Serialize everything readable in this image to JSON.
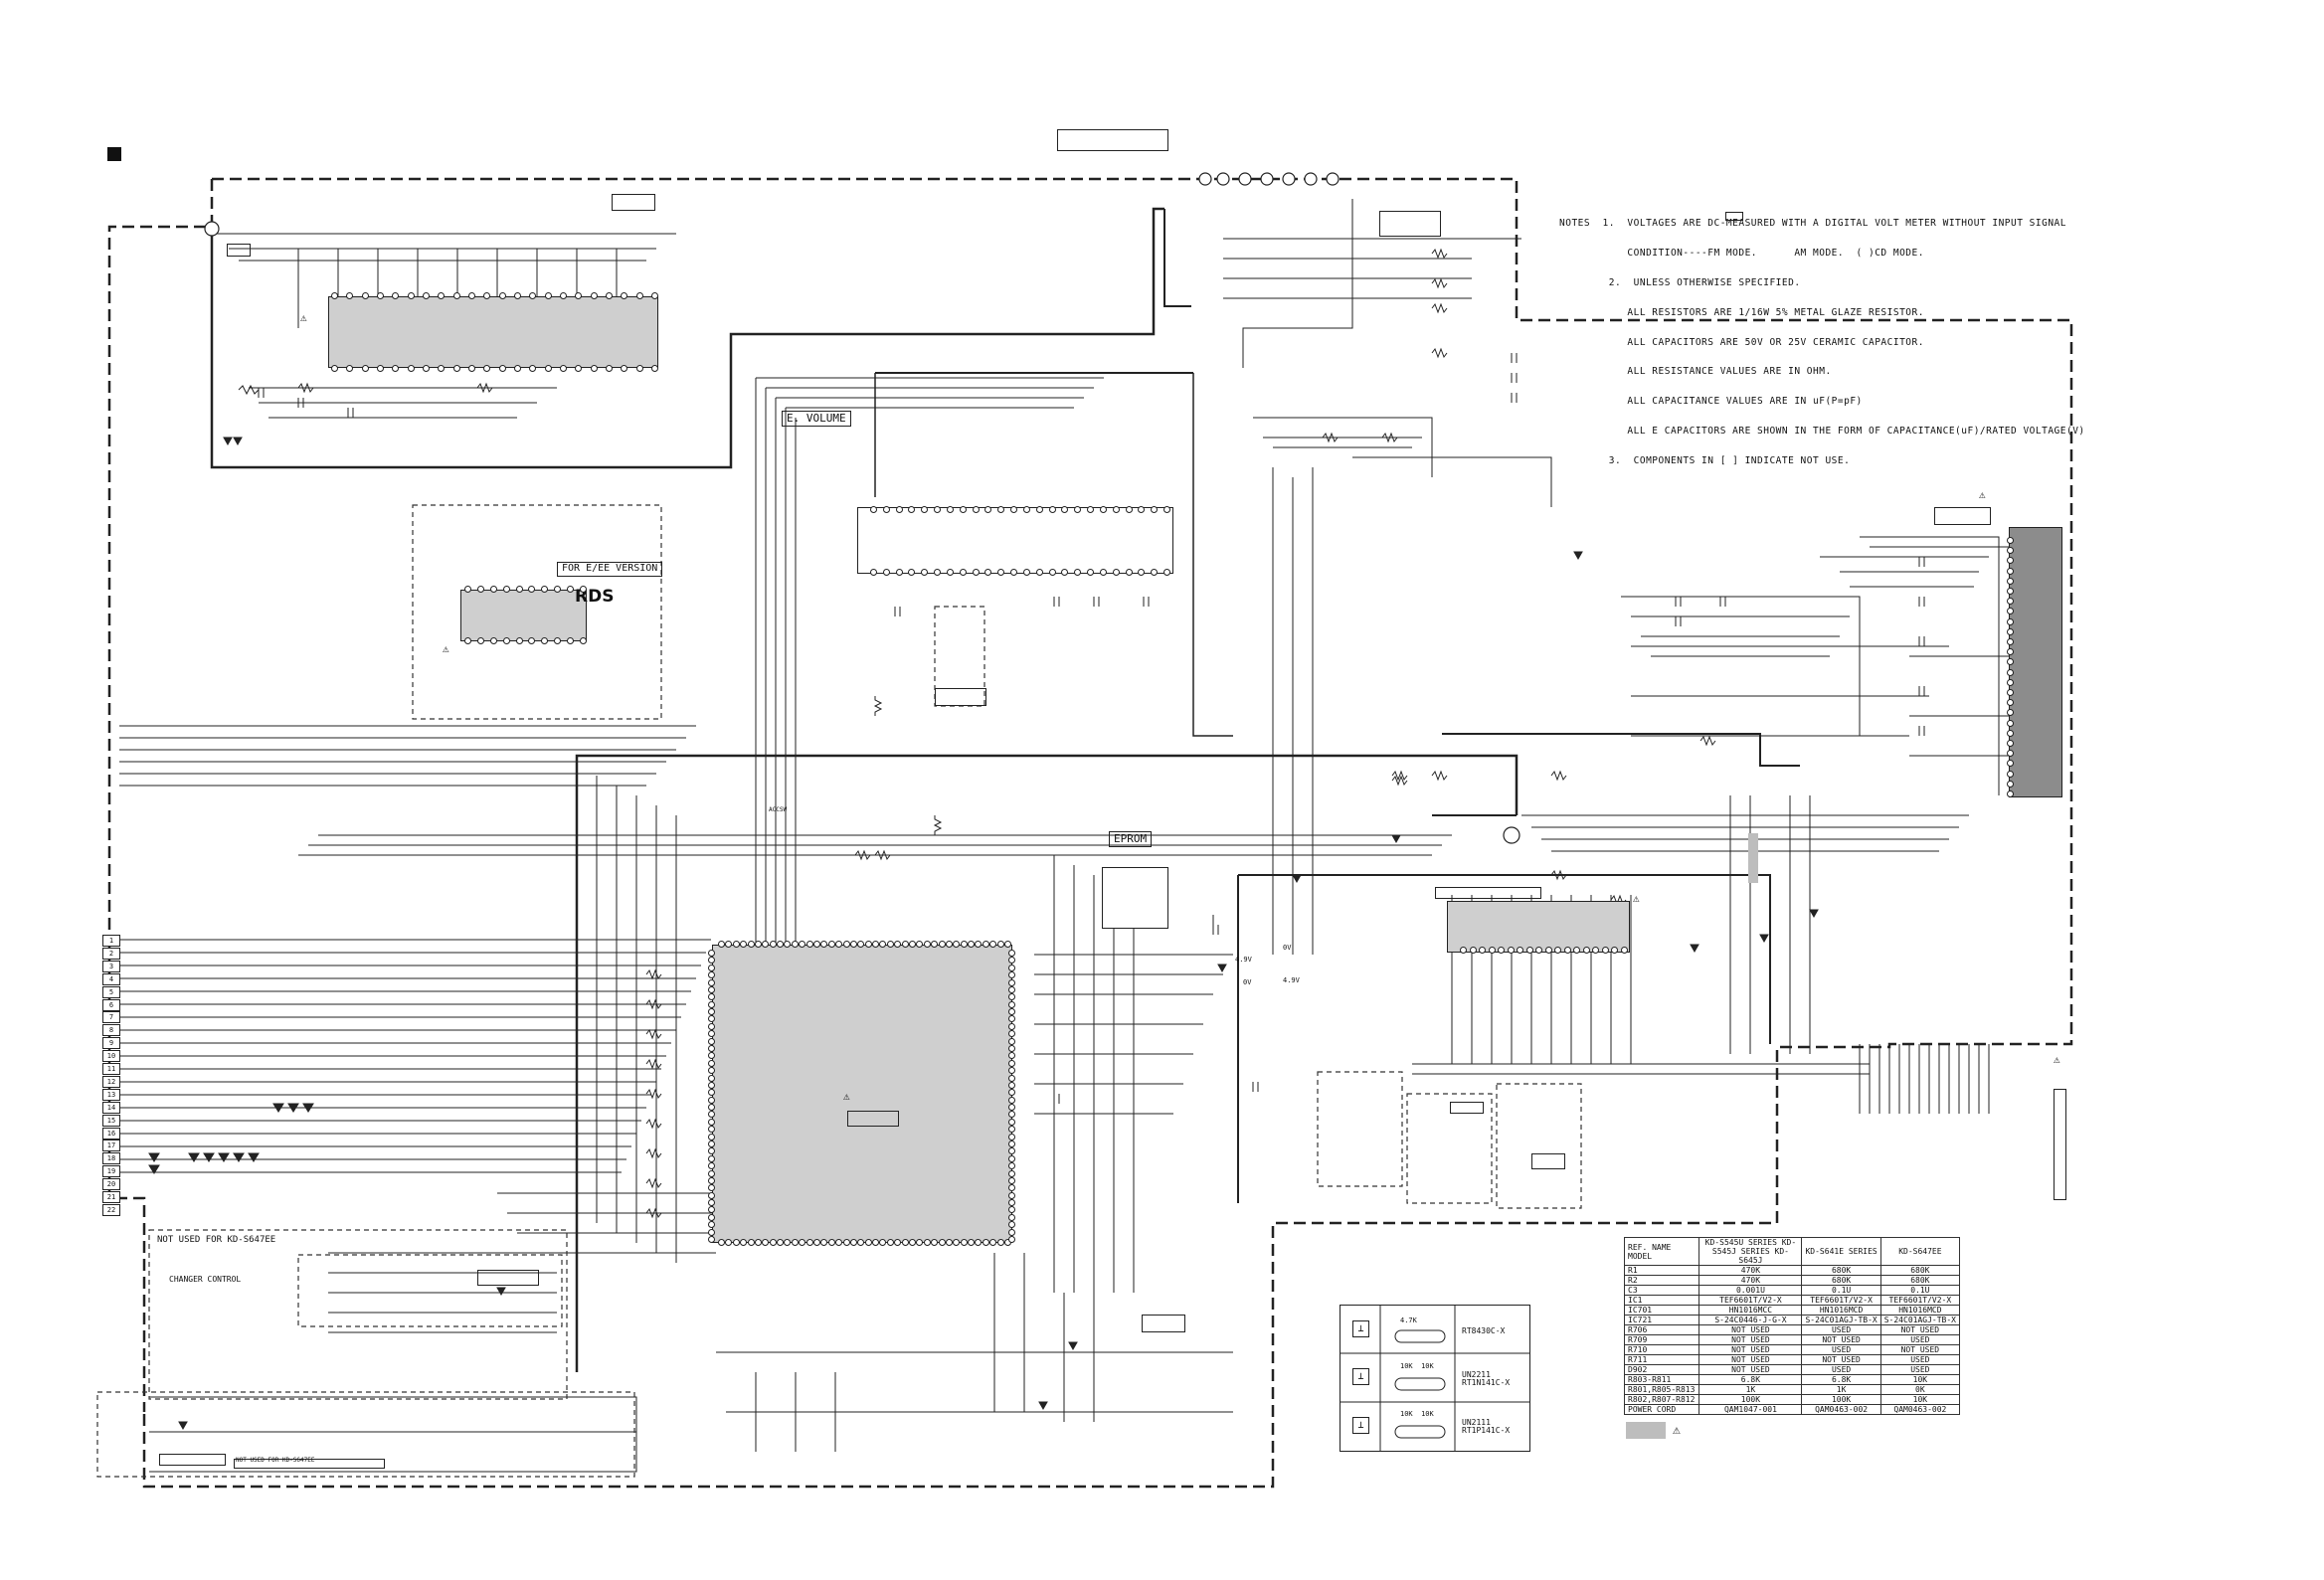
{
  "sections": {
    "e_volume": "E. VOLUME",
    "eprom": "EPROM",
    "ee_version": "FOR E/EE VERSION",
    "rds": "RDS",
    "not_used_top": "NOT USED FOR KD-S647EE",
    "not_used_bottom": "NOT USED FOR KD-S647EE",
    "changer_control": "CHANGER CONTROL",
    "accsw": "ACCSW"
  },
  "notes": [
    "NOTES  1.  VOLTAGES ARE DC-MEASURED WITH A DIGITAL VOLT METER WITHOUT INPUT SIGNAL",
    "           CONDITION----FM MODE.      AM MODE.  ( )CD MODE.",
    "        2.  UNLESS OTHERWISE SPECIFIED.",
    "           ALL RESISTORS ARE 1/16W 5% METAL GLAZE RESISTOR.",
    "           ALL CAPACITORS ARE 50V OR 25V CERAMIC CAPACITOR.",
    "           ALL RESISTANCE VALUES ARE IN OHM.",
    "           ALL CAPACITANCE VALUES ARE IN uF(P=pF)",
    "           ALL E CAPACITORS ARE SHOWN IN THE FORM OF CAPACITANCE(uF)/RATED VOLTAGE(V)",
    "        3.  COMPONENTS IN [ ] INDICATE NOT USE."
  ],
  "model_table": {
    "header": [
      "REF. NAME  MODEL",
      "KD-S545U SERIES KD-S545J SERIES KD-S645J",
      "KD-S641E SERIES",
      "KD-S647EE"
    ],
    "rows": [
      [
        "R1",
        "470K",
        "680K",
        "680K"
      ],
      [
        "R2",
        "470K",
        "680K",
        "680K"
      ],
      [
        "C3",
        "0.001U",
        "0.1U",
        "0.1U"
      ],
      [
        "IC1",
        "TEF6601T/V2-X",
        "TEF6601T/V2-X",
        "TEF6601T/V2-X"
      ],
      [
        "IC701",
        "HN1016MCC",
        "HN1016MCD",
        "HN1016MCD"
      ],
      [
        "IC721",
        "S-24C0446-J-G-X",
        "S-24C01AGJ-TB-X",
        "S-24C01AGJ-TB-X"
      ],
      [
        "R706",
        "NOT USED",
        "USED",
        "NOT USED"
      ],
      [
        "R709",
        "NOT USED",
        "NOT USED",
        "USED"
      ],
      [
        "R710",
        "NOT USED",
        "USED",
        "NOT USED"
      ],
      [
        "R711",
        "NOT USED",
        "NOT USED",
        "USED"
      ],
      [
        "D902",
        "NOT USED",
        "USED",
        "USED"
      ],
      [
        "R803-R811",
        "6.8K",
        "6.8K",
        "10K"
      ],
      [
        "R801,R805-R813",
        "1K",
        "1K",
        "0K"
      ],
      [
        "R802,R807-R812",
        "100K",
        "100K",
        "10K"
      ],
      [
        "POWER CORD",
        "QAM1047-001",
        "QAM0463-002",
        "QAM0463-002"
      ]
    ]
  },
  "transistor_legend": [
    {
      "values": "4.7K",
      "part": "RT8430C-X"
    },
    {
      "values": "10K  10K",
      "part": "UN2211 RT1N141C-X"
    },
    {
      "values": "10K  10K",
      "part": "UN2111 RT1P141C-X"
    }
  ],
  "voltages": {
    "v1": "4.9V",
    "v2": "4.9V",
    "v3": "0V",
    "v4": "0V"
  },
  "connector_pins": [
    "1",
    "2",
    "3",
    "4",
    "5",
    "6",
    "7",
    "8",
    "9",
    "10",
    "11",
    "12",
    "13",
    "14",
    "15",
    "16",
    "17",
    "18",
    "19",
    "20",
    "21",
    "22"
  ],
  "colors": {
    "ink": "#111111",
    "ic_fill": "#cfcfcf",
    "shade": "#bdbdbd",
    "paper": "#ffffff"
  }
}
